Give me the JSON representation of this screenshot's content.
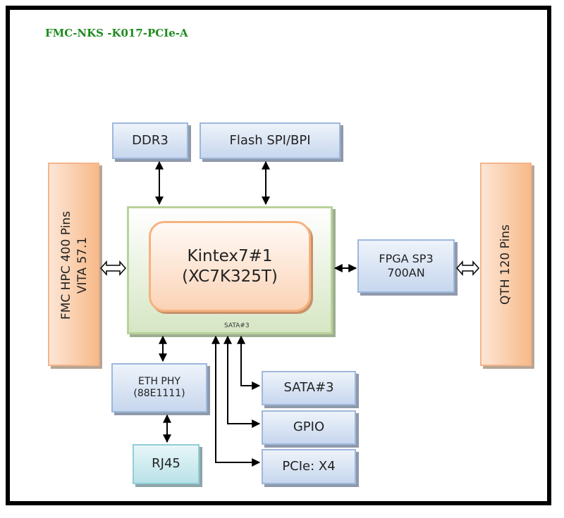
{
  "title": "FMC-NKS -K017-PCIe-A",
  "blocks": {
    "ddr3": "DDR3",
    "flash": "Flash SPI/BPI",
    "fmc_line1": "FMC HPC 400 Pins",
    "fmc_line2": "VITA 57.1",
    "fpga_main_line1": "Kintex7#1",
    "fpga_main_line2": "(XC7K325T)",
    "fpga_sata_label": "SATA#3",
    "fpga_sp3_line1": "FPGA SP3",
    "fpga_sp3_line2": "700AN",
    "qth": "QTH 120 Pins",
    "eth_line1": "ETH PHY",
    "eth_line2": "(88E1111)",
    "rj45": "RJ45",
    "sata": "SATA#3",
    "gpio": "GPIO",
    "pcie": "PCIe: X4"
  },
  "colors": {
    "title": "#1e8a1e",
    "blue_block": "#c7d7ee",
    "orange_block": "#f9c7a0",
    "green_block": "#d6e6c4",
    "cyan_block": "#b9e2e8"
  }
}
